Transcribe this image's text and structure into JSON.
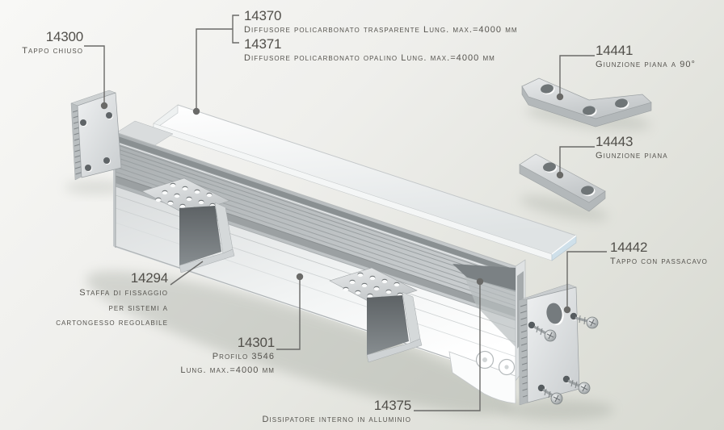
{
  "diagram": {
    "title_hint": "Exploded technical diagram of aluminium LED profile system",
    "colors": {
      "text": "#55534e",
      "leader_line": "#6a6a68",
      "background_top": "#f8f8f6",
      "background_bottom": "#d7d9d1",
      "diffuser_end_accent": "#cfe0ea"
    },
    "parts": {
      "cap_closed": {
        "code": "14300",
        "name": "Tappo chiuso"
      },
      "diffuser_clear": {
        "code": "14370",
        "name": "Diffusore policarbonato trasparente Lung. max.=4000 mm"
      },
      "diffuser_opal": {
        "code": "14371",
        "name": "Diffusore policarbonato opalino Lung. max.=4000 mm"
      },
      "joint_90": {
        "code": "14441",
        "name": "Giunzione piana a 90°"
      },
      "joint_flat": {
        "code": "14443",
        "name": "Giunzione piana"
      },
      "cap_cable": {
        "code": "14442",
        "name": "Tappo con passacavo"
      },
      "bracket": {
        "code": "14294",
        "name_lines": [
          "Staffa di fissaggio",
          "per sistemi a",
          "cartongesso regolabile"
        ]
      },
      "profile": {
        "code": "14301",
        "name_lines": [
          "Profilo 3546",
          "Lung. max.=4000 mm"
        ]
      },
      "heatsink": {
        "code": "14375",
        "name": "Dissipatore interno in alluminio"
      }
    }
  }
}
